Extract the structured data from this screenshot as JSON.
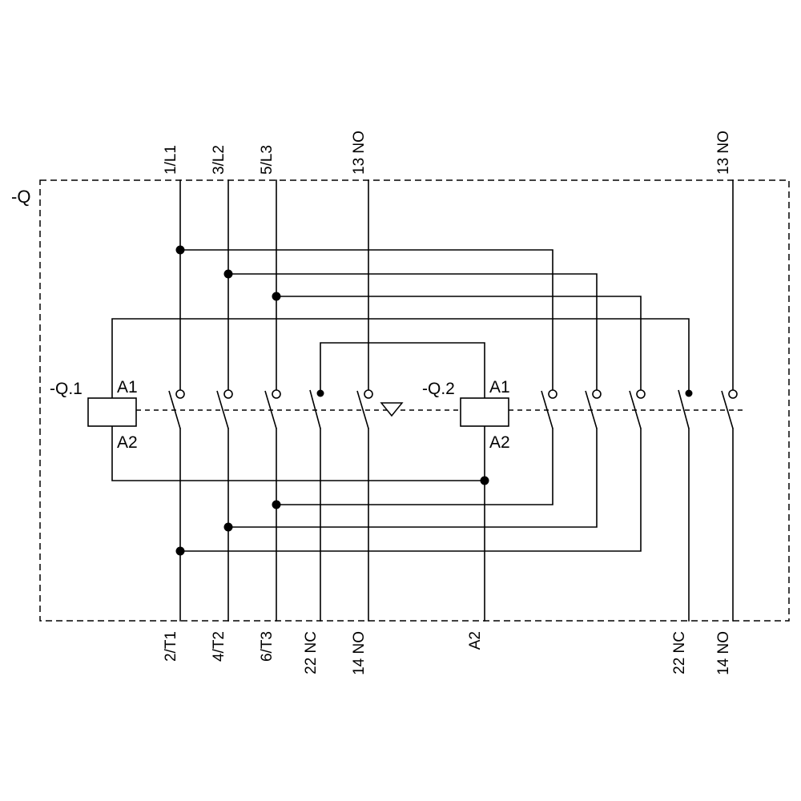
{
  "enclosure": {
    "label": "-Q"
  },
  "contactors": {
    "q1": {
      "name": "-Q.1",
      "coil_top": "A1",
      "coil_bottom": "A2"
    },
    "q2": {
      "name": "-Q.2",
      "coil_top": "A1",
      "coil_bottom": "A2"
    }
  },
  "terminals": {
    "top": [
      "1/L1",
      "3/L2",
      "5/L3",
      "13 NO",
      "13 NO"
    ],
    "bottom": [
      "2/T1",
      "4/T2",
      "6/T3",
      "22 NC",
      "14 NO",
      "A2",
      "22 NC",
      "14 NO"
    ]
  },
  "colors": {
    "line": "#000000",
    "background": "#ffffff"
  }
}
